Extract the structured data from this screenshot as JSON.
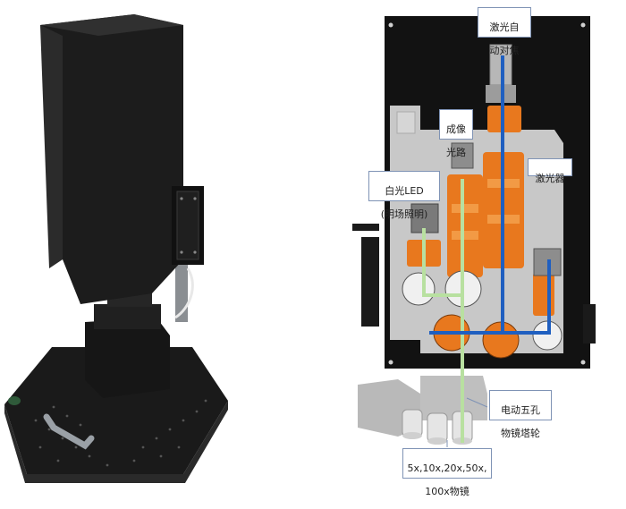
{
  "labels": {
    "autofocus": {
      "line1": "激光自",
      "line2": "动对焦"
    },
    "imaging_path": {
      "line1": "成像",
      "line2": "光路"
    },
    "laser": {
      "line1": "激光器"
    },
    "white_led": {
      "line1": "白光LED",
      "line2": "(明场照明)"
    },
    "turret": {
      "line1": "电动五孔",
      "line2": "物镜塔轮"
    },
    "objectives": {
      "line1": "5x,10x,20x,50x,",
      "line2": "100x物镜"
    }
  },
  "colors": {
    "housing": "#121212",
    "panel": "#c8c8c8",
    "orange": "#e8781e",
    "laser_beam": "#1f5fc0",
    "light_path": "#b8e0a0",
    "label_border": "#7f93b5"
  }
}
